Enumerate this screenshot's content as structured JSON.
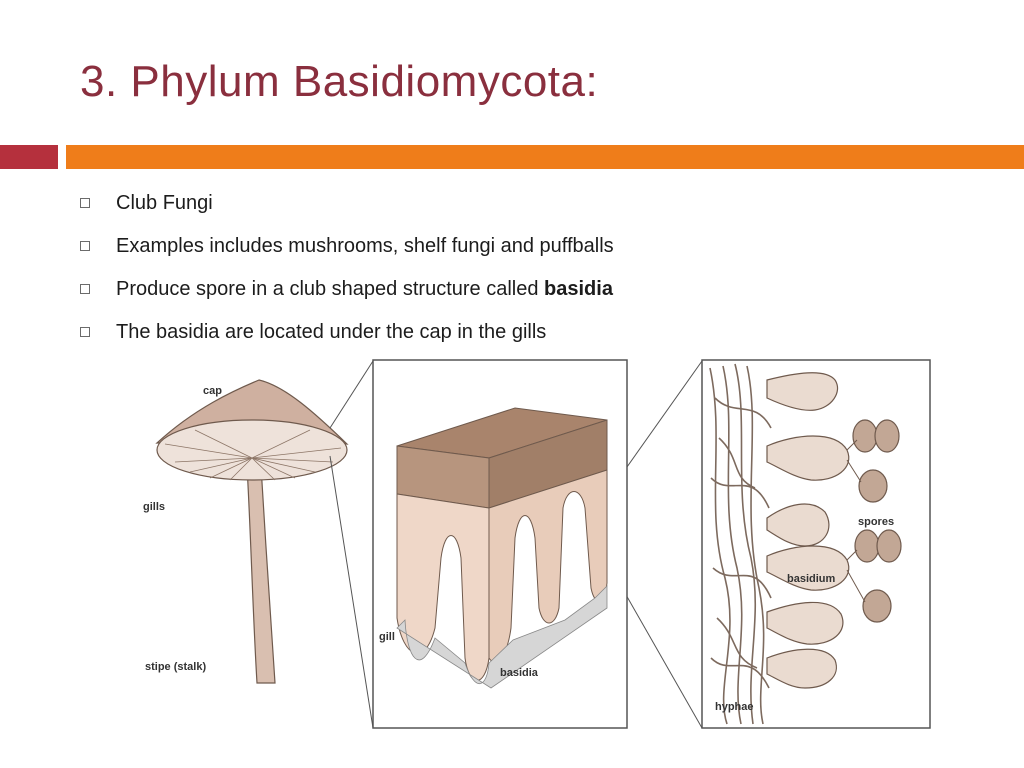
{
  "slide": {
    "title": "3. Phylum Basidiomycota:",
    "bullets": [
      {
        "text": "Club Fungi"
      },
      {
        "text": "Examples includes mushrooms, shelf fungi and puffballs"
      },
      {
        "text": "Produce spore in a club shaped structure called ",
        "bold": "basidia"
      },
      {
        "text": "The basidia are located under the cap in the gills"
      }
    ]
  },
  "diagram": {
    "labels": {
      "cap": "cap",
      "gills": "gills",
      "stipe": "stipe (stalk)",
      "gill": "gill",
      "basidia": "basidia",
      "spores": "spores",
      "basidium": "basidium",
      "hyphae": "hyphae"
    }
  },
  "colors": {
    "title": "#8a2f3e",
    "accent_red": "#b5303d",
    "accent_orange": "#ef7d1a",
    "mushroom": "#d9bfb0",
    "cap_top": "#a9846c"
  }
}
